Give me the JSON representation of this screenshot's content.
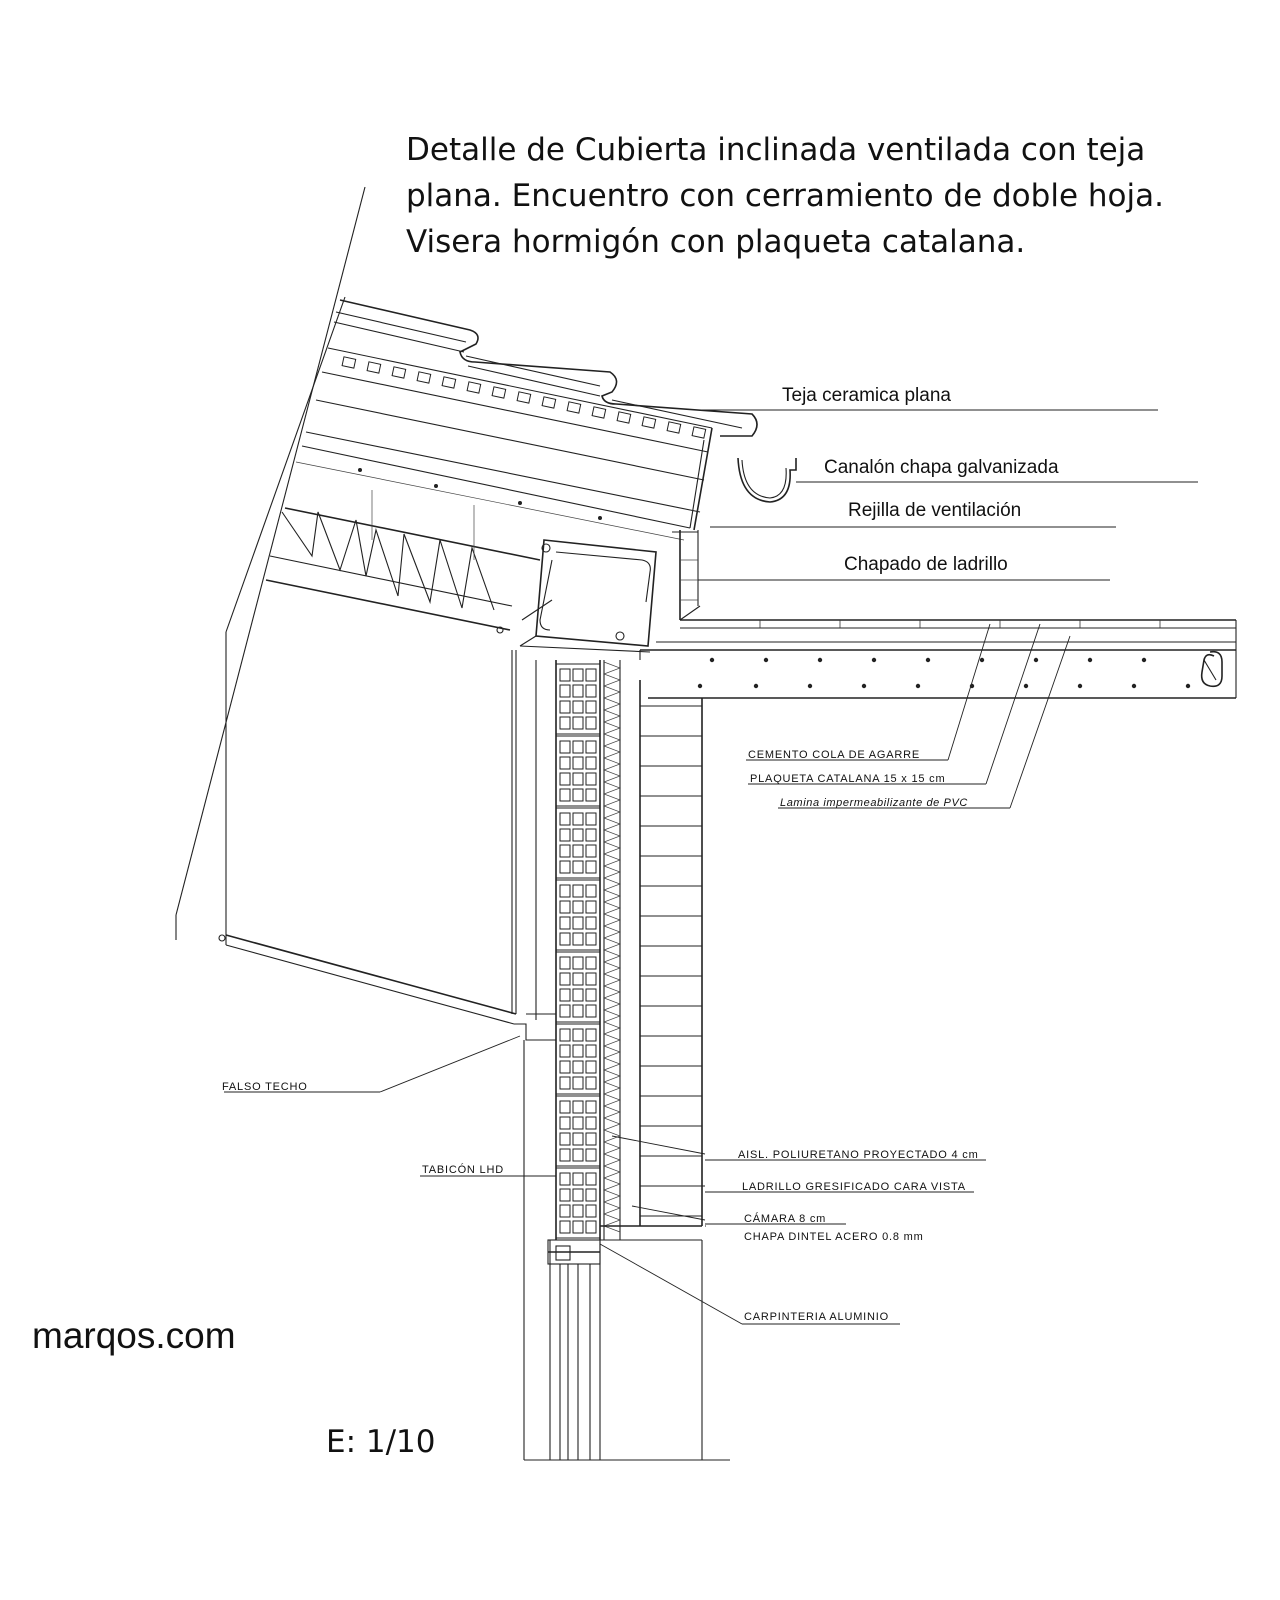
{
  "title": {
    "line1": "Detalle de Cubierta inclinada ventilada con teja",
    "line2": "plana. Encuentro con cerramiento de doble hoja.",
    "line3": "Visera hormigón con plaqueta catalana."
  },
  "labels": {
    "teja": "Teja ceramica plana",
    "canalon": "Canalón chapa galvanizada",
    "rejilla": "Rejilla de ventilación",
    "chapado": "Chapado de ladrillo",
    "cemento": "CEMENTO COLA DE AGARRE",
    "plaqueta": "PLAQUETA CATALANA 15 x 15 cm",
    "lamina": "Lamina impermeabilizante de PVC",
    "falso_techo": "FALSO TECHO",
    "tabicon": "TABICÓN LHD",
    "aislamiento": "AISL. POLIURETANO PROYECTADO 4 cm",
    "ladrillo": "LADRILLO GRESIFICADO CARA VISTA",
    "camara": "CÁMARA 8 cm",
    "chapa_dintel": "CHAPA DINTEL ACERO 0.8 mm",
    "carpinteria": "CARPINTERIA ALUMINIO"
  },
  "brand": "marqos.com",
  "scale": "E: 1/10"
}
